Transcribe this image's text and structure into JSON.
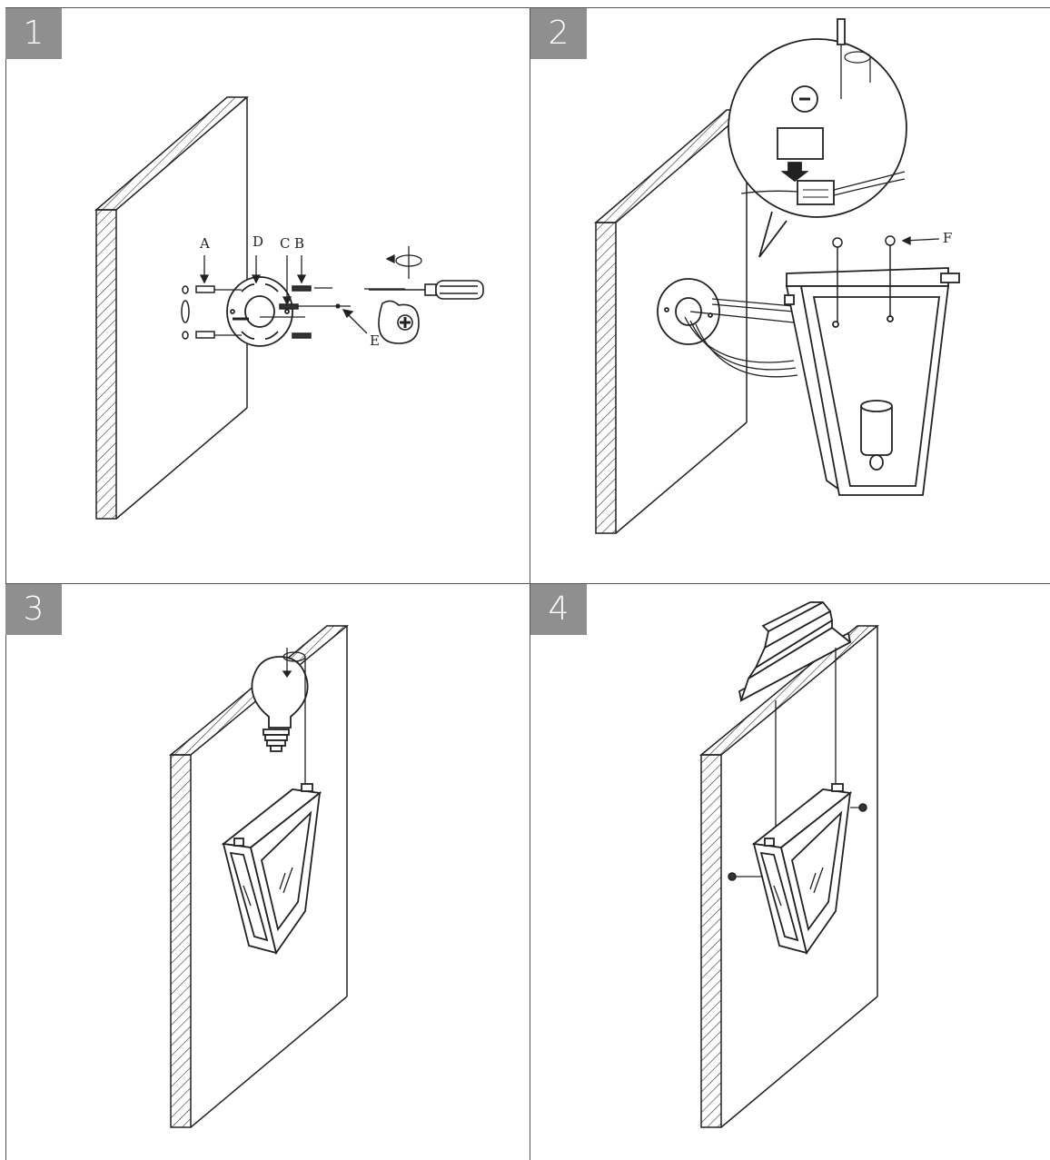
{
  "steps": [
    {
      "number": "1"
    },
    {
      "number": "2"
    },
    {
      "number": "3"
    },
    {
      "number": "4"
    }
  ],
  "labels": {
    "a": "A",
    "b": "B",
    "c": "C",
    "d": "D",
    "e": "E",
    "f": "F"
  },
  "colors": {
    "badge": "#8f8f8f",
    "line": "#222222",
    "frame": "#555555"
  }
}
